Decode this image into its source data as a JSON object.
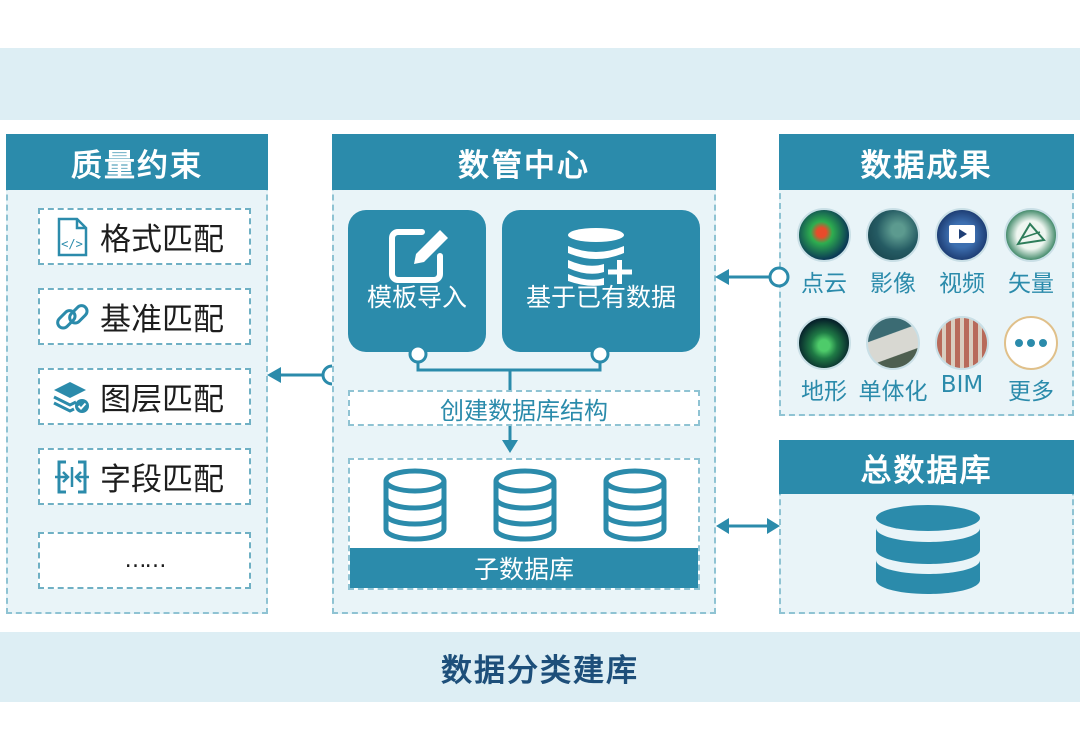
{
  "top_band": {},
  "left_panel": {
    "title": "质量约束",
    "items": [
      {
        "label": "格式匹配",
        "icon": "code-file-icon"
      },
      {
        "label": "基准匹配",
        "icon": "link-icon"
      },
      {
        "label": "图层匹配",
        "icon": "layers-icon"
      },
      {
        "label": "字段匹配",
        "icon": "field-icon"
      },
      {
        "label": "……",
        "icon": ""
      }
    ]
  },
  "center_panel": {
    "title": "数管中心",
    "tile_template": "模板导入",
    "tile_existing": "基于已有数据",
    "create_structure": "创建数据库结构",
    "sub_db": "子数据库"
  },
  "right_top_panel": {
    "title": "数据成果",
    "items": [
      "点云",
      "影像",
      "视频",
      "矢量",
      "地形",
      "单体化",
      "BIM",
      "更多"
    ]
  },
  "right_bottom_panel": {
    "title": "总数据库"
  },
  "bottom_band": {
    "title": "数据分类建库"
  },
  "colors": {
    "accent": "#2b8bab",
    "band": "#ddeef4",
    "panel_bg": "#e9f4f8",
    "border": "#8fc3d3",
    "title": "#1d4f7a"
  }
}
